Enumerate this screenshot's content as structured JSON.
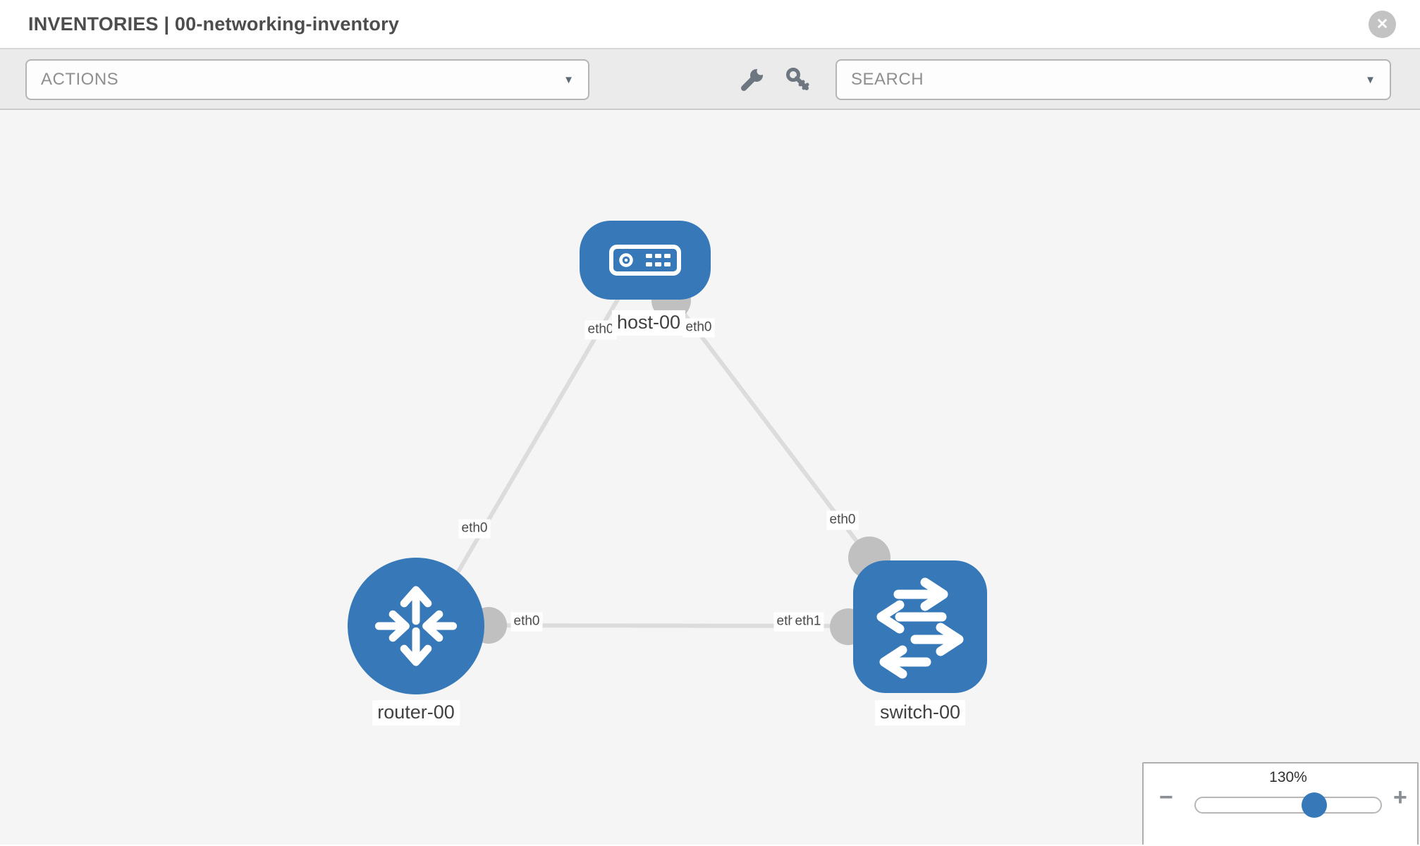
{
  "header": {
    "title": "INVENTORIES | 00-networking-inventory"
  },
  "toolbar": {
    "actions": {
      "label": "ACTIONS"
    },
    "search": {
      "label": "SEARCH"
    }
  },
  "glyphs": {
    "caret": "▼",
    "close": "✕",
    "minus": "−",
    "plus": "+"
  },
  "colors": {
    "node_blue": "#3779b8",
    "link_gray": "#dcdcdc",
    "connector_gray": "#c0c0c0",
    "canvas_bg": "#f5f5f5",
    "toolbar_bg": "#ebebeb"
  },
  "topology": {
    "nodes": [
      {
        "id": "host-00",
        "label": "host-00",
        "type": "host"
      },
      {
        "id": "router-00",
        "label": "router-00",
        "type": "router"
      },
      {
        "id": "switch-00",
        "label": "switch-00",
        "type": "switch"
      }
    ],
    "links": [
      {
        "source": "host-00",
        "target": "router-00",
        "source_interface": "eth0",
        "target_interface": "eth0"
      },
      {
        "source": "host-00",
        "target": "switch-00",
        "source_interface": "eth0",
        "target_interface": "eth0"
      },
      {
        "source": "router-00",
        "target": "switch-00",
        "source_interface": "eth0",
        "target_interface": "eth1"
      }
    ]
  },
  "interface_labels": {
    "host_router_at_host": "eth0",
    "host_router_at_router": "eth0",
    "host_switch_at_host": "eth0",
    "host_switch_at_switch": "eth0",
    "router_switch_at_router": "eth0",
    "router_switch_occluded": "eth0",
    "router_switch_at_switch": "eth1"
  },
  "zoom_control": {
    "value_label": "130%"
  }
}
